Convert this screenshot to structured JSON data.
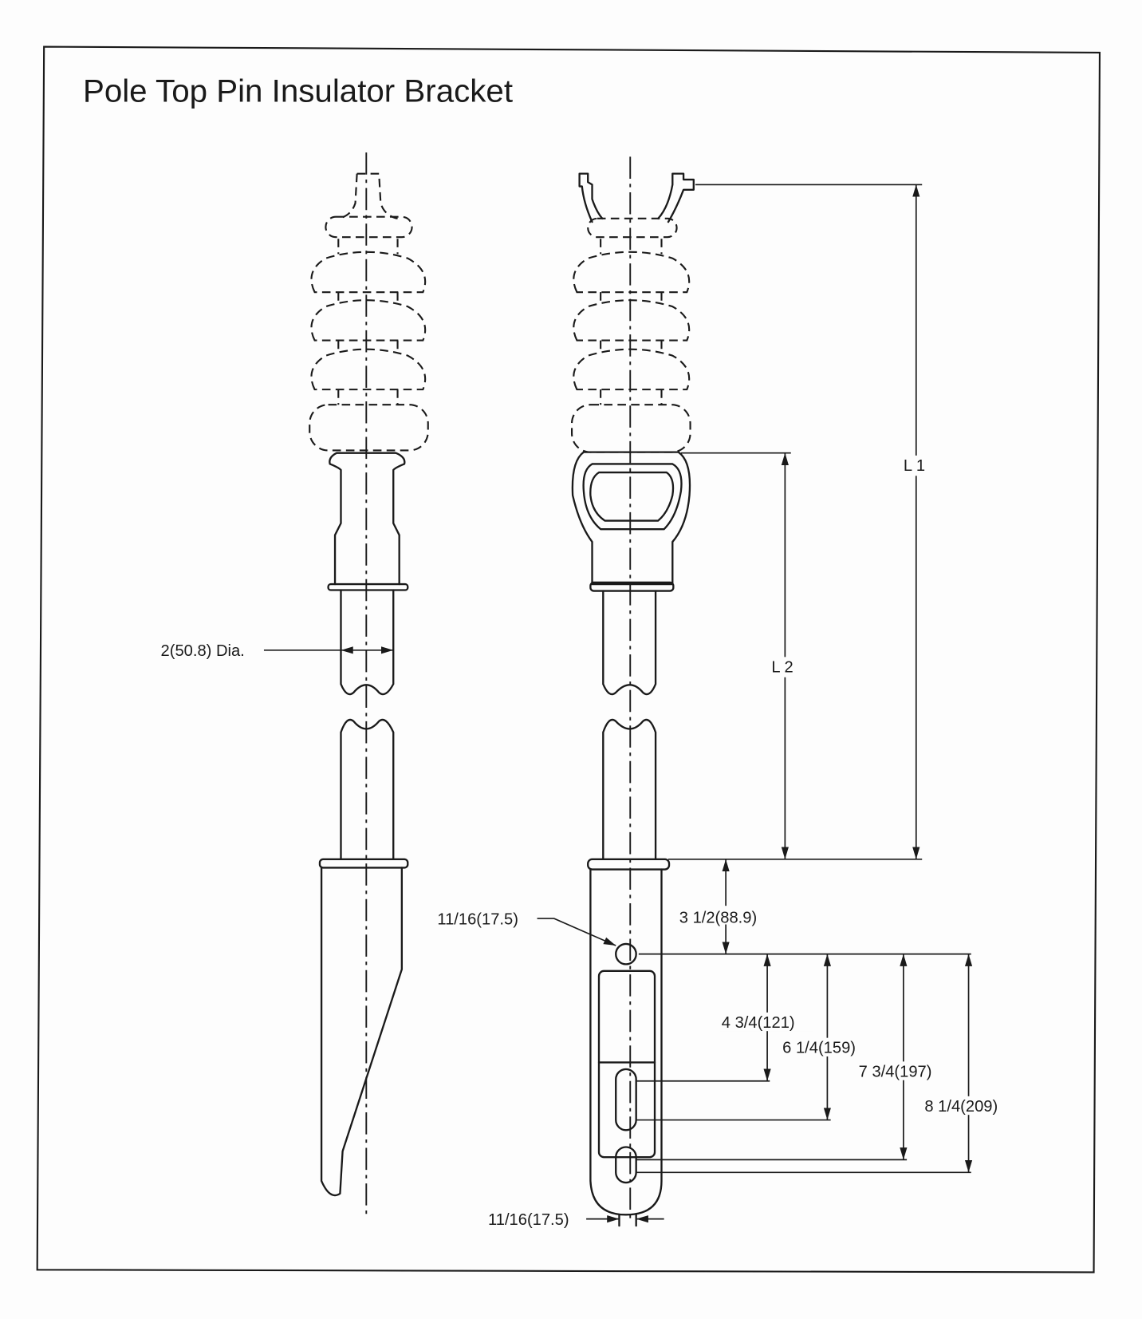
{
  "title": "Pole Top Pin Insulator Bracket",
  "dimensions": {
    "pipe_diameter": "2(50.8) Dia.",
    "l1": "L 1",
    "l2": "L 2",
    "top_hole_offset": "3 1/2(88.9)",
    "hole_diameter": "11/16(17.5)",
    "slot_width": "11/16(17.5)",
    "d1": "4 3/4(121)",
    "d2": "6 1/4(159)",
    "d3": "7 3/4(197)",
    "d4": "8 1/4(209)"
  }
}
